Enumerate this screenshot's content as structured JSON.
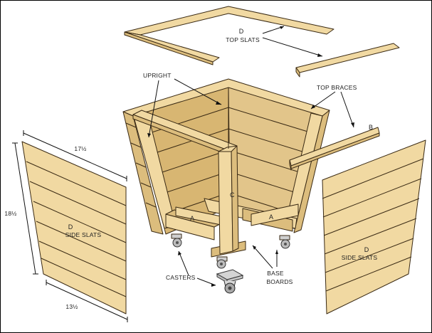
{
  "colors": {
    "wood": "#f1d9a2",
    "wood_shade": "#dcbd7d",
    "wood_dark": "#c9a664",
    "outline": "#3a2a14",
    "interior": "#d8b672"
  },
  "labels": {
    "top_slats_letter": "D",
    "top_slats": "TOP SLATS",
    "upright": "UPRIGHT",
    "top_braces": "TOP BRACES",
    "brace_letter": "B",
    "upright_letter": "C",
    "base_letter_left": "A",
    "base_letter_right": "A",
    "side_slats_left_letter": "D",
    "side_slats_left": "SIDE SLATS",
    "side_slats_right_letter": "D",
    "side_slats_right": "SIDE SLATS",
    "casters": "CASTERS",
    "base_boards_line1": "BASE",
    "base_boards_line2": "BOARDS"
  },
  "dimensions": {
    "top_width": "17½",
    "height": "18½",
    "bottom_width": "13½"
  }
}
